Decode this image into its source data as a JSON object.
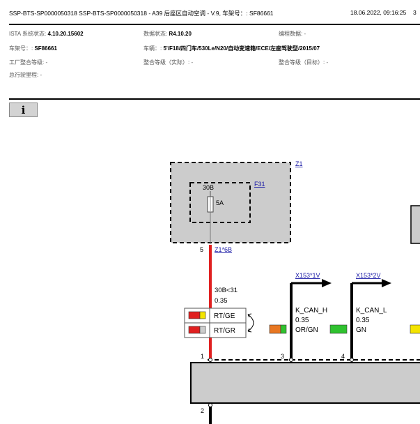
{
  "header": {
    "title": "SSP-BTS-SP0000050318 SSP-BTS-SP0000050318 - A39 后座区自动空调 - V.9, 车架号：: SF86661",
    "datetime": "18.06.2022, 09:16:25",
    "page": "3"
  },
  "info": {
    "istA_label": "ISTA 系统状态:",
    "istA_value": "4.10.20.15602",
    "data_label": "数据状态:",
    "data_value": "R4.10.20",
    "prog_label": "编程数据: -",
    "vin_label": "车架号：:",
    "vin_value": "SF86661",
    "vehicle_label": "车辆：:",
    "vehicle_value": "5'/F18/四门车/530Le/N20/自动变速箱/ECE/左座驾驶型/2015/07",
    "factory_label": "工厂整合等级: -",
    "actual_label": "整合等级（实际）: -",
    "target_label": "整合等级（目标）: -",
    "mileage_label": "总行驶里程: -"
  },
  "info_button": {
    "symbol": "i"
  },
  "diagram": {
    "z1_label": "Z1",
    "f31_label": "F31",
    "fuse_terminal": "30B",
    "fuse_rating": "5A",
    "pin5": "5",
    "z1_connector": "Z1*6B",
    "wire_red_signal": "30B<31",
    "wire_red_gauge": "0.35",
    "alt_color_1": "RT/GE",
    "alt_color_2": "RT/GR",
    "x153_1v": "X153*1V",
    "x153_2v": "X153*2V",
    "kcanh_signal": "K_CAN_H",
    "kcanh_gauge": "0.35",
    "kcanh_color": "OR/GN",
    "kcanl_signal": "K_CAN_L",
    "kcanl_gauge": "0.35",
    "kcanl_color": "GN",
    "pin1": "1",
    "pin3": "3",
    "pin4": "4",
    "pin2": "2",
    "colors": {
      "wire_red": "#e02020",
      "red": "#e02020",
      "yellow": "#f4e400",
      "orange": "#e87722",
      "green": "#2fc22f",
      "gray": "#cccccc"
    }
  }
}
